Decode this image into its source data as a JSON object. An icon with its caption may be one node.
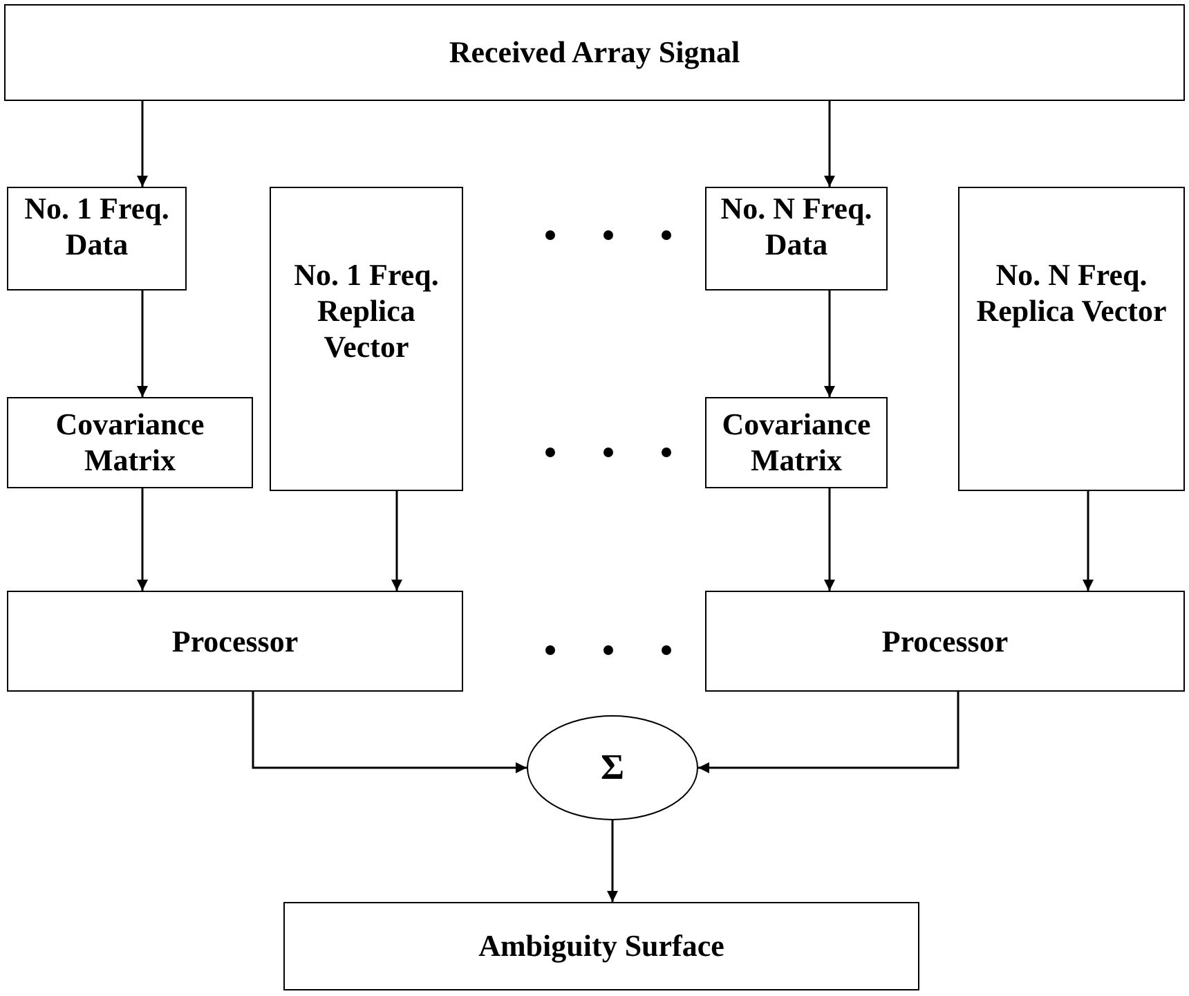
{
  "diagram": {
    "nodes": [
      {
        "text": [
          "Received Array Signal"
        ]
      },
      {
        "text": [
          "No. 1 Freq. Data"
        ]
      },
      {
        "text": [
          "No. 1 Freq. Replica Vector"
        ]
      },
      {
        "text": [
          "No. N Freq. Data"
        ]
      },
      {
        "text": [
          "No. N Freq. Replica Vector"
        ]
      },
      {
        "text": [
          "Covariance Matrix"
        ]
      },
      {
        "text": [
          "Covariance Matrix"
        ]
      },
      {
        "text": [
          "Processor"
        ]
      },
      {
        "text": [
          "Processor"
        ]
      },
      {
        "text": [
          "Σ"
        ]
      },
      {
        "text": [
          "Ambiguity Surface"
        ]
      }
    ],
    "edges": [
      {
        "from": 0,
        "to": 1,
        "arrow": "to"
      },
      {
        "from": 0,
        "to": 3,
        "arrow": "to"
      },
      {
        "from": 1,
        "to": 5,
        "arrow": "to"
      },
      {
        "from": 3,
        "to": 6,
        "arrow": "to"
      },
      {
        "from": 5,
        "to": 7,
        "arrow": "to"
      },
      {
        "from": 2,
        "to": 7,
        "arrow": "to"
      },
      {
        "from": 6,
        "to": 8,
        "arrow": "to"
      },
      {
        "from": 4,
        "to": 8,
        "arrow": "to"
      },
      {
        "from": 7,
        "to": 9,
        "arrow": "to"
      },
      {
        "from": 8,
        "to": 9,
        "arrow": "to"
      },
      {
        "from": 9,
        "to": 10,
        "arrow": "to"
      }
    ]
  }
}
